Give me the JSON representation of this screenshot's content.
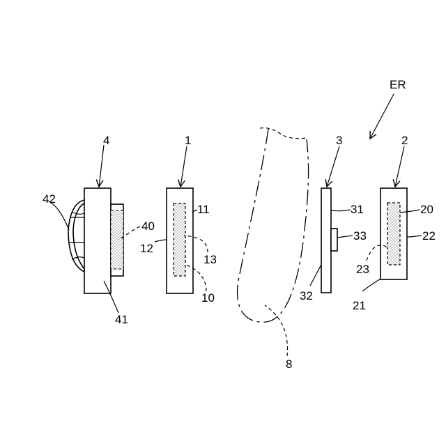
{
  "figure": {
    "labels": {
      "er": "ER",
      "part_4": "4",
      "part_1": "1",
      "part_3": "3",
      "part_2": "2",
      "part_42": "42",
      "part_40": "40",
      "part_41": "41",
      "part_11": "11",
      "part_12": "12",
      "part_13": "13",
      "part_10": "10",
      "part_31": "31",
      "part_33": "33",
      "part_32": "32",
      "part_20": "20",
      "part_22": "22",
      "part_23": "23",
      "part_21": "21",
      "part_8": "8"
    }
  }
}
